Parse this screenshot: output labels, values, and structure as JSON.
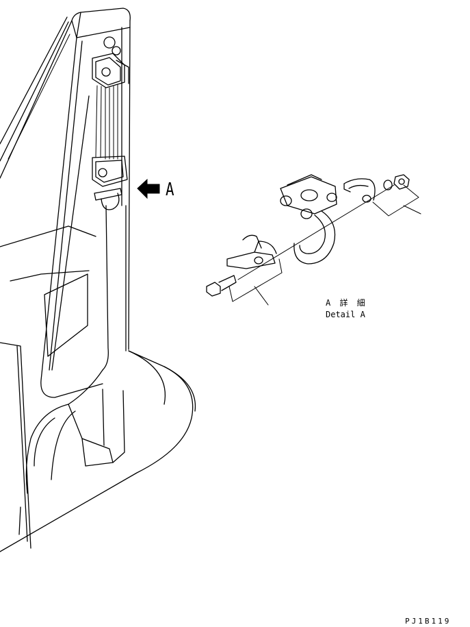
{
  "callout": {
    "letter": "A"
  },
  "detail": {
    "title_jp": "A 詳 細",
    "title_en": "Detail A"
  },
  "drawing_number": "PJ1B119",
  "colors": {
    "line": "#000000",
    "background": "#ffffff"
  }
}
